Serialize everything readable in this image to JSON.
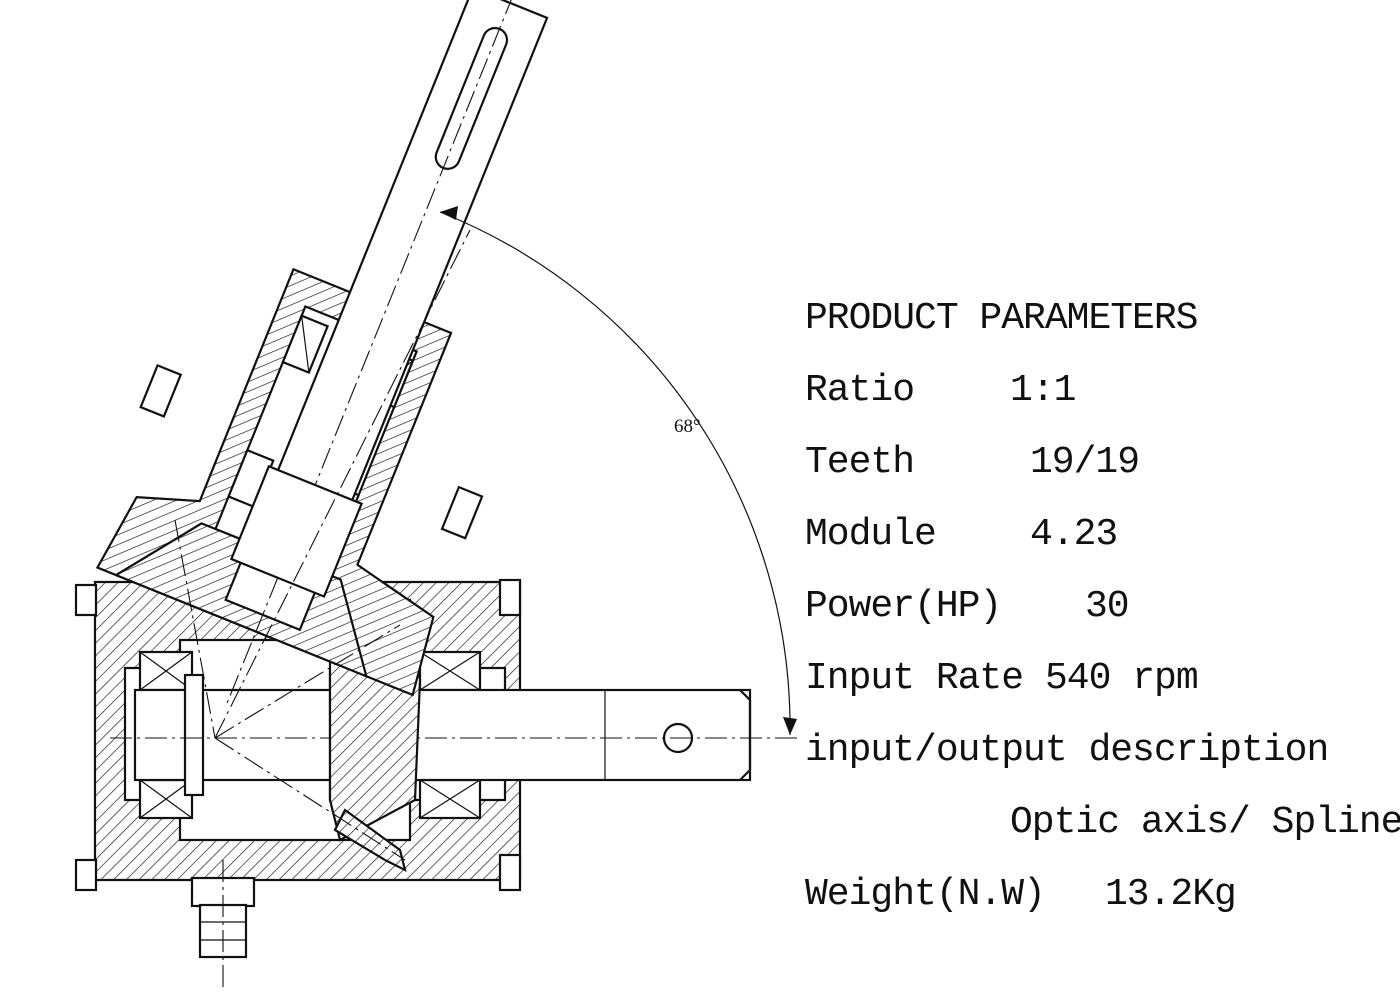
{
  "drawing": {
    "angle_label": "68°"
  },
  "parameters": {
    "heading": "PRODUCT PARAMETERS",
    "ratio": {
      "label": "Ratio",
      "value": "1:1"
    },
    "teeth": {
      "label": "Teeth",
      "value": "19/19"
    },
    "module": {
      "label": "Module",
      "value": "4.23"
    },
    "power": {
      "label": "Power(HP)",
      "value": "30"
    },
    "input_rate": {
      "label": "Input Rate",
      "value": "540 rpm"
    },
    "io_description": {
      "label": "input/output description",
      "value": "Optic axis/ Spline"
    },
    "weight": {
      "label": "Weight(N.W)",
      "value": "13.2Kg"
    }
  }
}
